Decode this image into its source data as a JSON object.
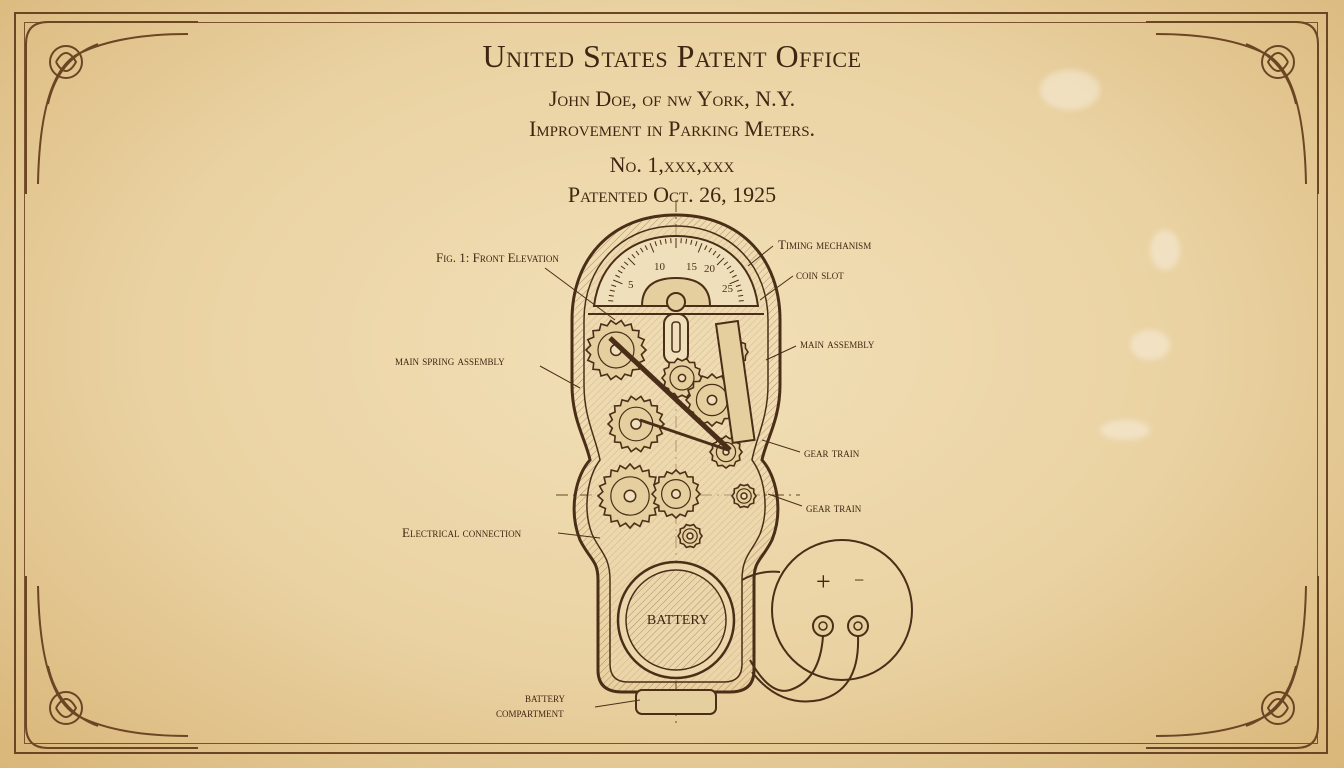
{
  "header": {
    "office": "United States Patent Office",
    "inventor": "John Doe, of nw York, N.Y.",
    "title": "Improvement in Parking Meters.",
    "number": "No. 1,xxx,xxx",
    "date": "Patented Oct. 26, 1925"
  },
  "figure": {
    "caption": "Fig. 1: Front Elevation",
    "labels": {
      "timing": "Timing mechanism",
      "coin_slot": "coin slot",
      "main_assembly": "main assembly",
      "main_spring": "main spring assembly",
      "gear_train_1": "gear train",
      "gear_train_2": "gear train",
      "electrical": "Electrical connection",
      "battery_compartment_1": "battery",
      "battery_compartment_2": "compartment",
      "battery": "BATTERY"
    },
    "dial_numbers": [
      "5",
      "10",
      "15",
      "20",
      "25"
    ],
    "terminal_plus": "+",
    "terminal_minus": "−"
  },
  "colors": {
    "ink": "#4a2e17",
    "paper": "#ead2a2",
    "frame": "#6b4524"
  }
}
